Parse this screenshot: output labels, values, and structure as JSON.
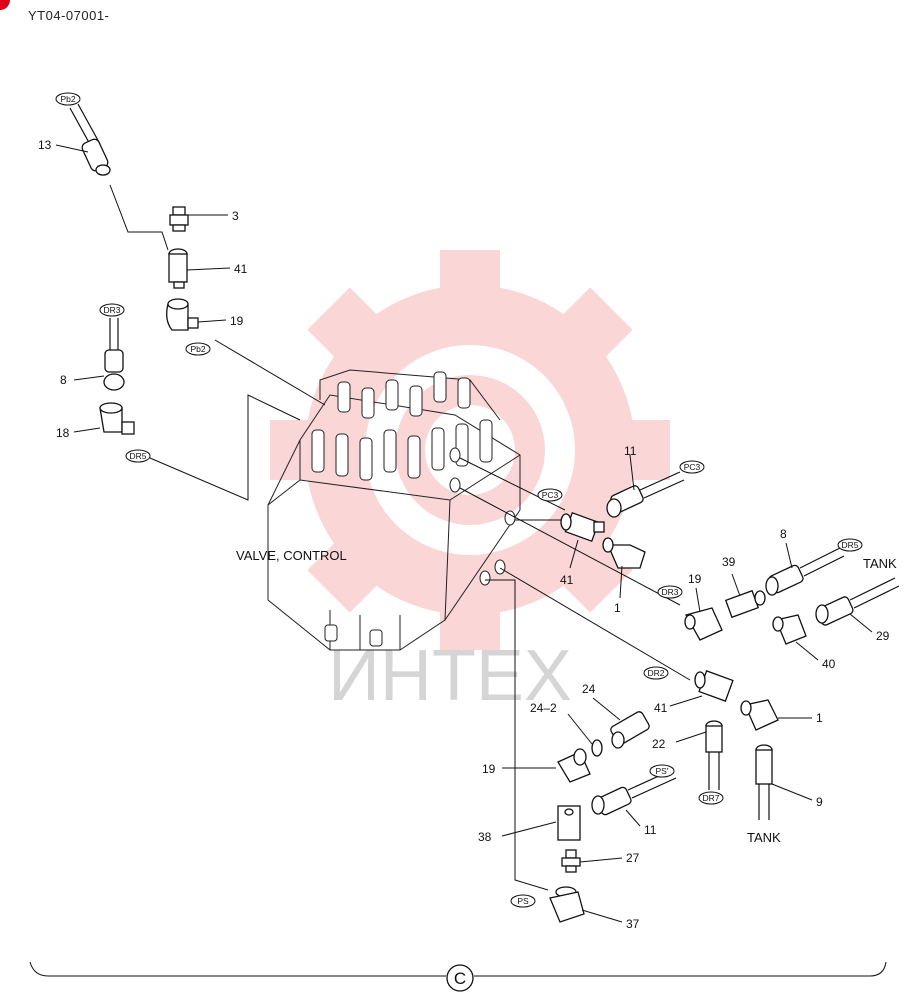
{
  "header": {
    "doc_code": "YT04-07001-"
  },
  "watermark": {
    "text": "ИНТЕХ",
    "color": "#e8202a"
  },
  "main_label": "VALVE, CONTROL",
  "tank_labels": [
    "TANK",
    "TANK"
  ],
  "section_marker": "C",
  "tags": {
    "pb2_top": "Pb2",
    "pb2_mid": "Pb2",
    "dr3_left": "DR3",
    "dr5_left": "DR5",
    "pc3_right": "PC3",
    "pc3_mid": "PC3",
    "dr3_mid": "DR3",
    "dr5_right": "DR5",
    "dr2": "DR2",
    "dr7": "DR7",
    "ps_prime": "PS'",
    "ps": "PS"
  },
  "callouts": {
    "c13": "13",
    "c3": "3",
    "c41a": "41",
    "c19a": "19",
    "c8a": "8",
    "c18": "18",
    "c11a": "11",
    "c41b": "41",
    "c1a": "1",
    "c39": "39",
    "c8b": "8",
    "c19b": "19",
    "c40": "40",
    "c29": "29",
    "c24": "24",
    "c24_2": "24–2",
    "c41c": "41",
    "c22": "22",
    "c1b": "1",
    "c9": "9",
    "c19c": "19",
    "c11b": "11",
    "c38": "38",
    "c27": "27",
    "c37": "37"
  }
}
